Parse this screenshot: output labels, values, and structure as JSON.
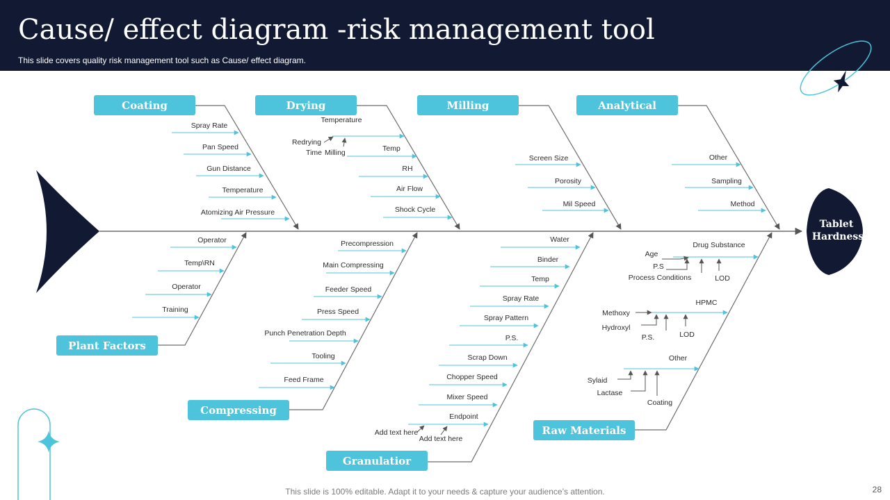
{
  "header": {
    "title": "Cause/ effect diagram -risk management tool",
    "subtitle": "This slide covers quality risk management tool such as Cause/ effect diagram."
  },
  "effect": {
    "line1": "Tablet",
    "line2": "Hardness"
  },
  "categories": {
    "coating": {
      "label": "Coating",
      "causes": [
        "Spray Rate",
        "Pan Speed",
        "Gun Distance",
        "Temperature",
        "Atomizing Air Pressure"
      ]
    },
    "drying": {
      "label": "Drying",
      "causes": [
        "Temperature",
        "Redrying",
        "Time",
        "Milling",
        "Temp",
        "RH",
        "Air Flow",
        "Shock Cycle"
      ]
    },
    "milling": {
      "label": "Milling",
      "causes": [
        "Screen Size",
        "Porosity",
        "Mil Speed"
      ]
    },
    "analytical": {
      "label": "Analytical",
      "causes": [
        "Other",
        "Sampling",
        "Method"
      ]
    },
    "plant_factors": {
      "label": "Plant Factors",
      "causes": [
        "Operator",
        "Temp\\RN",
        "Operator",
        "Training"
      ]
    },
    "compressing": {
      "label": "Compressing",
      "causes": [
        "Precompression",
        "Main Compressing",
        "Feeder Speed",
        "Press Speed",
        "Punch Penetration Depth",
        "Tooling",
        "Feed Frame"
      ]
    },
    "granulation": {
      "label": "Granulatior",
      "causes": [
        "Water",
        "Binder",
        "Temp",
        "Spray Rate",
        "Spray Pattern",
        "P.S.",
        "Scrap Down",
        "Chopper Speed",
        "Mixer Speed",
        "Endpoint",
        "Add text here",
        "Add text here"
      ]
    },
    "raw_materials": {
      "label": "Raw Materials",
      "causes": [
        "Drug Substance",
        "Age",
        "P.S",
        "Process Conditions",
        "LOD",
        "HPMC",
        "Methoxy",
        "Hydroxyl",
        "P.S.",
        "LOD",
        "Other",
        "Sylaid",
        "Lactase",
        "Coating"
      ]
    }
  },
  "footer": {
    "note": "This slide is 100% editable. Adapt it to your needs & capture your audience’s attention.",
    "page_number": "28"
  },
  "colors": {
    "navy": "#121a33",
    "accent": "#4ec3dc",
    "line_gray": "#555555",
    "arrow_blue": "#4ec3dc"
  }
}
